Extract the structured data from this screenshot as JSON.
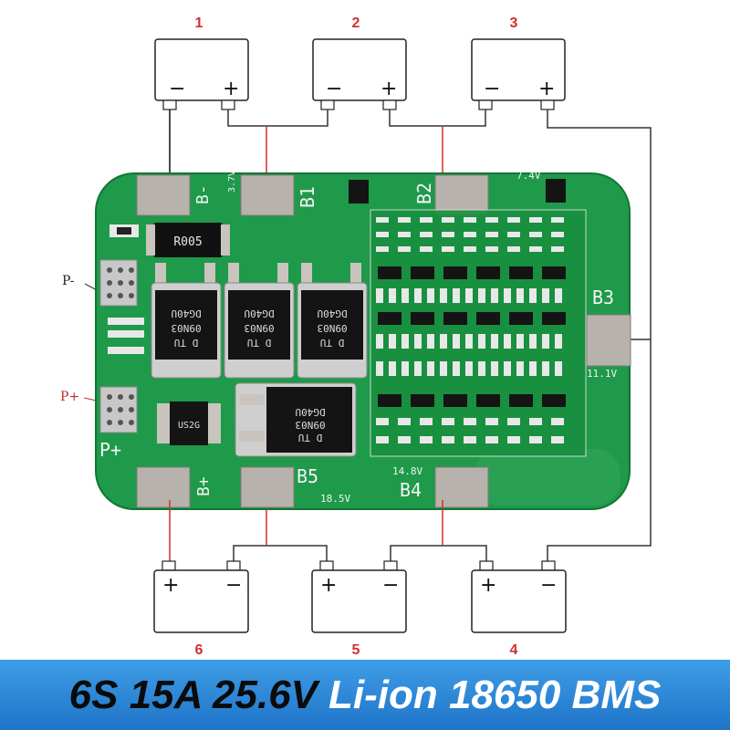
{
  "cells_top": [
    {
      "number": "1",
      "neg": "−",
      "pos": "+"
    },
    {
      "number": "2",
      "neg": "−",
      "pos": "+"
    },
    {
      "number": "3",
      "neg": "−",
      "pos": "+"
    }
  ],
  "cells_bottom": [
    {
      "number": "6",
      "pos": "+",
      "neg": "−"
    },
    {
      "number": "5",
      "pos": "+",
      "neg": "−"
    },
    {
      "number": "4",
      "pos": "+",
      "neg": "−"
    }
  ],
  "side_labels": {
    "p_minus": "P-",
    "p_plus": "P+"
  },
  "pcb": {
    "pad_labels": {
      "b_minus": "B-",
      "b1": "B1",
      "b2": "B2",
      "b3": "B3",
      "b4": "B4",
      "b5": "B5",
      "b_plus": "B+",
      "p_plus": "P+"
    },
    "voltages": {
      "v1": "3.7V",
      "v2": "7.4V",
      "v3": "11.1V",
      "v4": "14.8V",
      "v5": "18.5V"
    },
    "resistor": "R005",
    "diode": "US2G",
    "mosfet_lines": [
      "D TU",
      "09N03",
      "DG40U"
    ]
  },
  "banner": {
    "spec": "6S 15A 25.6V",
    "type": "Li-ion 18650 BMS"
  }
}
